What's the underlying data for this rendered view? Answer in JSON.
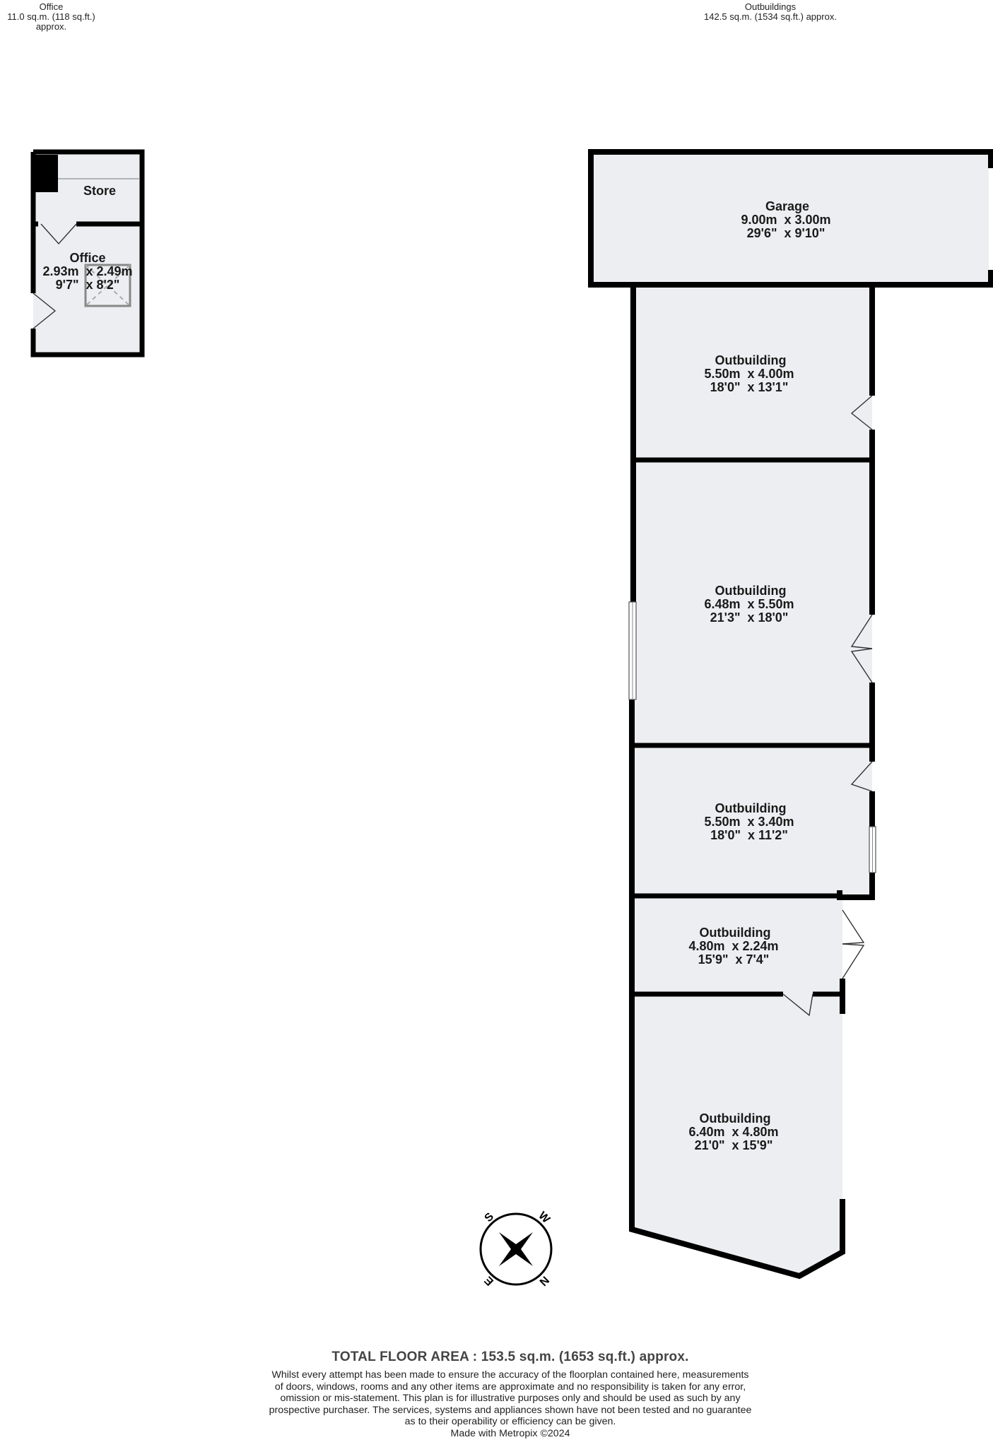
{
  "headers": {
    "office": {
      "title": "Office",
      "area": "11.0 sq.m. (118 sq.ft.) approx."
    },
    "outbuildings": {
      "title": "Outbuildings",
      "area": "142.5 sq.m. (1534 sq.ft.) approx."
    }
  },
  "rooms": {
    "store": {
      "name": "Store"
    },
    "office": {
      "name": "Office",
      "metric": "2.93m  x 2.49m",
      "imperial": "9'7\"  x 8'2\""
    },
    "garage": {
      "name": "Garage",
      "metric": "9.00m  x 3.00m",
      "imperial": "29'6\"  x 9'10\""
    },
    "out1": {
      "name": "Outbuilding",
      "metric": "5.50m  x 4.00m",
      "imperial": "18'0\"  x 13'1\""
    },
    "out2": {
      "name": "Outbuilding",
      "metric": "6.48m  x 5.50m",
      "imperial": "21'3\"  x 18'0\""
    },
    "out3": {
      "name": "Outbuilding",
      "metric": "5.50m  x 3.40m",
      "imperial": "18'0\"  x 11'2\""
    },
    "out4": {
      "name": "Outbuilding",
      "metric": "4.80m  x 2.24m",
      "imperial": "15'9\"  x 7'4\""
    },
    "out5": {
      "name": "Outbuilding",
      "metric": "6.40m  x 4.80m",
      "imperial": "21'0\"  x 15'9\""
    }
  },
  "compass": {
    "north": "N",
    "south": "S",
    "east": "E",
    "west": "W"
  },
  "footer": {
    "total": "TOTAL FLOOR AREA : 153.5 sq.m. (1653 sq.ft.) approx.",
    "disclaimer": [
      "Whilst every attempt has been made to ensure the accuracy of the floorplan contained here, measurements",
      "of doors, windows, rooms and any other items are approximate and no responsibility is taken for any error,",
      "omission or mis-statement. This plan is for illustrative purposes only and should be used as such by any",
      "prospective purchaser. The services, systems and appliances shown have not been tested and no guarantee",
      "as to their operability or efficiency can be given."
    ],
    "credit": "Made with Metropix ©2024"
  },
  "colors": {
    "floor": "#eceef1",
    "wall": "#000000",
    "window": "#ffffff"
  }
}
